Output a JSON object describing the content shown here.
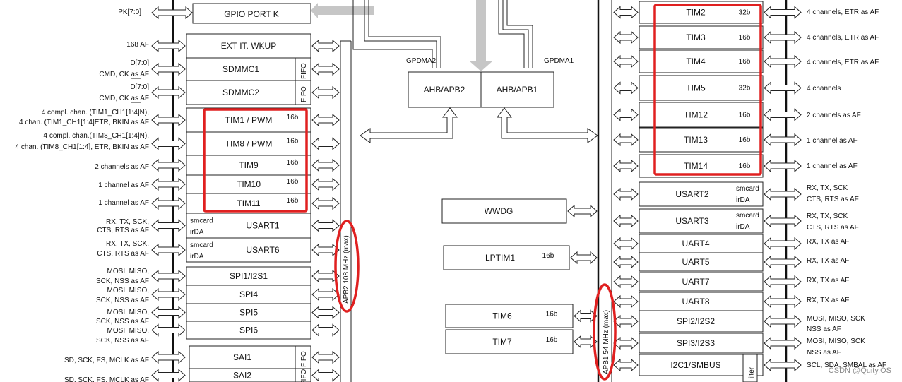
{
  "top": {
    "pk_label": "PK[7:0]",
    "gpio_port_k": "GPIO PORT K",
    "gpdma2": "GPDMA2",
    "gpdma1": "GPDMA1",
    "ahb_apb2": "AHB/APB2",
    "ahb_apb1": "AHB/APB1"
  },
  "apb2_blocks": [
    {
      "name": "EXT IT. WKUP",
      "bits": "",
      "fifo": ""
    },
    {
      "name": "SDMMC1",
      "bits": "",
      "fifo": "FIFO"
    },
    {
      "name": "SDMMC2",
      "bits": "",
      "fifo": "FIFO"
    },
    {
      "name": "TIM1 / PWM",
      "bits": "16b",
      "fifo": ""
    },
    {
      "name": "TIM8 / PWM",
      "bits": "16b",
      "fifo": ""
    },
    {
      "name": "TIM9",
      "bits": "16b",
      "fifo": ""
    },
    {
      "name": "TIM10",
      "bits": "16b",
      "fifo": ""
    },
    {
      "name": "TIM11",
      "bits": "16b",
      "fifo": ""
    },
    {
      "name": "USART1",
      "bits": "",
      "fifo": "",
      "sub1": "smcard",
      "sub2": "irDA"
    },
    {
      "name": "USART6",
      "bits": "",
      "fifo": "",
      "sub1": "smcard",
      "sub2": "irDA"
    },
    {
      "name": "SPI1/I2S1",
      "bits": "",
      "fifo": ""
    },
    {
      "name": "SPI4",
      "bits": "",
      "fifo": ""
    },
    {
      "name": "SPI5",
      "bits": "",
      "fifo": ""
    },
    {
      "name": "SPI6",
      "bits": "",
      "fifo": ""
    },
    {
      "name": "SAI1",
      "bits": "",
      "fifo": "FIFO"
    },
    {
      "name": "SAI2",
      "bits": "",
      "fifo": "FIFO"
    }
  ],
  "apb2_signals": [
    "168 AF",
    "D[7:0]",
    "CMD, CK as AF",
    "D[7:0]",
    "CMD, CK as AF",
    "4 compl. chan. (TIM1_CH1[1:4]N),",
    "4 chan. (TIM1_CH1[1:4]ETR, BKIN as AF",
    "4 compl. chan.(TIM8_CH1[1:4]N),",
    "4 chan. (TIM8_CH1[1:4], ETR, BKIN as AF",
    "2 channels as AF",
    "1 channel  as AF",
    "1 channel as AF",
    "RX, TX, SCK,",
    "CTS, RTS as AF",
    "RX, TX, SCK,",
    "CTS, RTS as AF",
    "MOSI, MISO,",
    "SCK, NSS as AF",
    "MOSI, MISO,",
    "SCK, NSS as AF",
    "MOSI, MISO,",
    "SCK, NSS as AF",
    "MOSI, MISO,",
    "SCK, NSS as AF",
    "SD, SCK, FS, MCLK as AF",
    "SD, SCK, FS, MCLK as AF"
  ],
  "apb2_bus_label": "APB2  108 MHz (max)",
  "middle_blocks": [
    {
      "name": "WWDG",
      "bits": ""
    },
    {
      "name": "LPTIM1",
      "bits": "16b"
    },
    {
      "name": "TIM6",
      "bits": "16b"
    },
    {
      "name": "TIM7",
      "bits": "16b"
    }
  ],
  "apb1_bus_label": "APB1  54 MHz (max)",
  "apb1_blocks": [
    {
      "name": "TIM2",
      "bits": "32b"
    },
    {
      "name": "TIM3",
      "bits": "16b"
    },
    {
      "name": "TIM4",
      "bits": "16b"
    },
    {
      "name": "TIM5",
      "bits": "32b"
    },
    {
      "name": "TIM12",
      "bits": "16b"
    },
    {
      "name": "TIM13",
      "bits": "16b"
    },
    {
      "name": "TIM14",
      "bits": "16b"
    },
    {
      "name": "USART2",
      "bits": "",
      "sub1": "smcard",
      "sub2": "irDA"
    },
    {
      "name": "USART3",
      "bits": "",
      "sub1": "smcard",
      "sub2": "irDA"
    },
    {
      "name": "UART4",
      "bits": ""
    },
    {
      "name": "UART5",
      "bits": ""
    },
    {
      "name": "UART7",
      "bits": ""
    },
    {
      "name": "UART8",
      "bits": ""
    },
    {
      "name": "SPI2/I2S2",
      "bits": ""
    },
    {
      "name": "SPI3/I2S3",
      "bits": ""
    },
    {
      "name": "I2C1/SMBUS",
      "bits": "",
      "side": "ilter"
    }
  ],
  "apb1_signals": [
    "4 channels, ETR as AF",
    "4 channels, ETR as AF",
    "4 channels, ETR as AF",
    "4 channels",
    "2 channels as AF",
    "1 channel as AF",
    "1 channel as AF",
    "RX, TX, SCK",
    "CTS, RTS as AF",
    "RX, TX, SCK",
    "CTS, RTS as AF",
    "RX, TX as AF",
    "RX, TX as AF",
    "RX, TX as AF",
    "RX, TX as AF",
    "MOSI, MISO, SCK",
    "NSS as AF",
    "MOSI, MISO, SCK",
    "NSS as AF",
    "SCL, SDA, SMBAL as AF"
  ],
  "watermark": "CSDN @Quity.OS",
  "colors": {
    "highlight": "#e02020",
    "line": "#222222",
    "bus_grey": "#c6c6c6"
  }
}
